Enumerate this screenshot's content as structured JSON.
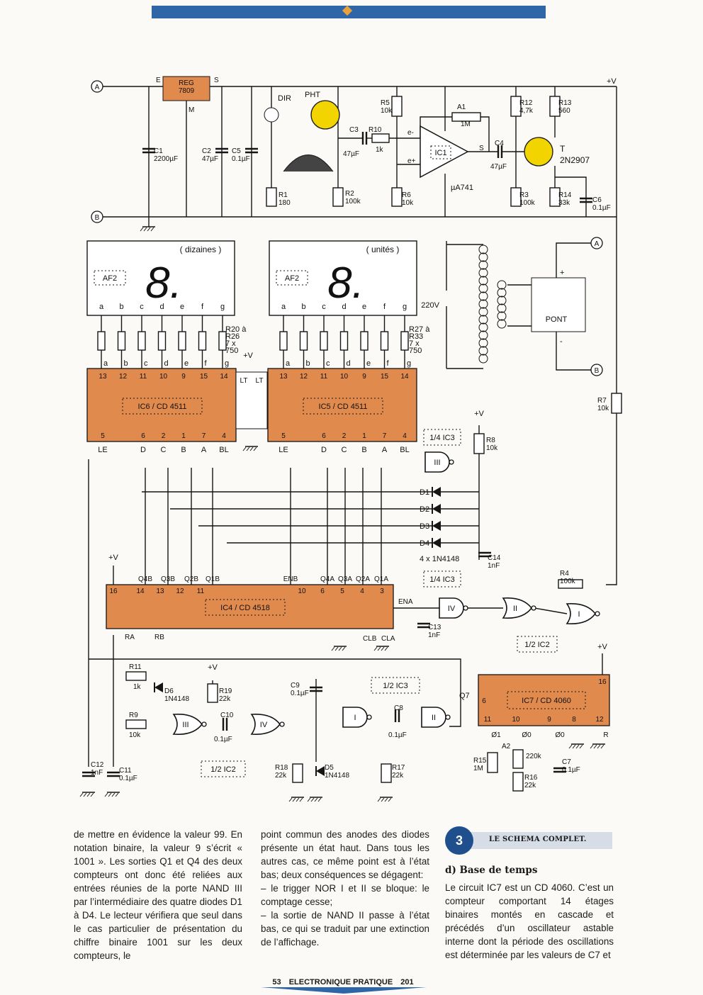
{
  "colors": {
    "bar": "#2f66a8",
    "component_fill": "#e08a4e",
    "ic_fill": "#e08a4e",
    "accent": "#f1d400"
  },
  "schematic": {
    "nodes": {
      "a": "A",
      "b": "B",
      "plus_v": "+V"
    },
    "reg": {
      "name": "REG\n7809",
      "e": "E",
      "s": "S",
      "m": "M"
    },
    "caps": {
      "c1": [
        "C1",
        "2200µF"
      ],
      "c2": [
        "C2",
        "47µF"
      ],
      "c5": [
        "C5",
        "0.1µF"
      ],
      "c3": [
        "C3",
        "47µF"
      ],
      "c4": [
        "C4",
        "47µF"
      ],
      "c6": [
        "C6",
        "0.1µF"
      ],
      "c14": [
        "C14",
        "1nF"
      ],
      "c13": [
        "C13",
        "1nF"
      ],
      "c12": [
        "C12",
        "1nF"
      ],
      "c11": [
        "C11",
        "0.1µF"
      ],
      "c9": [
        "C9",
        "0.1µF"
      ],
      "c10": [
        "C10",
        "0.1µF"
      ],
      "c8": [
        "C8",
        "0.1µF"
      ],
      "c7": [
        "C7",
        "0.1µF"
      ]
    },
    "resistors": {
      "r1": [
        "R1",
        "180"
      ],
      "r2": [
        "R2",
        "100k"
      ],
      "r5": [
        "R5",
        "10k"
      ],
      "r6": [
        "R6",
        "10k"
      ],
      "r10": [
        "R10",
        "1k"
      ],
      "a1": [
        "A1",
        "1M"
      ],
      "r12": [
        "R12",
        "4,7k"
      ],
      "r13": [
        "R13",
        "560"
      ],
      "r3": [
        "R3",
        "100k"
      ],
      "r14": [
        "R14",
        "33k"
      ],
      "r7": [
        "R7",
        "10k"
      ],
      "r8": [
        "R8",
        "10k"
      ],
      "r4": [
        "R4",
        "100k"
      ],
      "r11": [
        "R11",
        "1k"
      ],
      "r9": [
        "R9",
        "10k"
      ],
      "r19": [
        "R19",
        "22k"
      ],
      "r18": [
        "R18",
        "22k"
      ],
      "r17": [
        "R17",
        "22k"
      ],
      "r15": [
        "R15",
        "1M"
      ],
      "a2": [
        "A2",
        "220k"
      ],
      "r16": [
        "R16",
        "22k"
      ]
    },
    "res_groups": {
      "g1": [
        "R20 à",
        "R26",
        "7 x",
        "750"
      ],
      "g2": [
        "R27 à",
        "R33",
        "7 x",
        "750"
      ]
    },
    "dir": "DIR",
    "pht": "PHT",
    "opamp": {
      "ic": "IC1",
      "model": "µA741",
      "pin_minus": "e-",
      "pin_plus": "e+",
      "out": "S"
    },
    "transistor": {
      "name": "T",
      "model": "2N2907"
    },
    "displays": [
      {
        "title": "( dizaines )",
        "ref": "AF2"
      },
      {
        "title": "( unités )",
        "ref": "AF2"
      }
    ],
    "segments": [
      "a",
      "b",
      "c",
      "d",
      "e",
      "f",
      "g"
    ],
    "mains": "220V",
    "pont": "PONT",
    "ic6": "IC6 / CD 4511",
    "ic5": "IC5 / CD 4511",
    "ic4": "IC4 / CD 4518",
    "ic7": "IC7 / CD 4060",
    "dec_pins_top": [
      "13",
      "12",
      "11",
      "10",
      "9",
      "15",
      "14"
    ],
    "dec_pins_bottom": [
      "5",
      "6",
      "2",
      "1",
      "7",
      "4"
    ],
    "dec_labels": [
      "LE",
      "D",
      "C",
      "B",
      "A",
      "BL"
    ],
    "lt": "LT",
    "gates": {
      "g14_ic3_a": "1/4 IC3",
      "g14_ic3_b": "1/4 IC3",
      "g12_ic2_a": "1/2 IC2",
      "g12_ic2_b": "1/2 IC2",
      "g12_ic3": "1/2 IC3",
      "roman": [
        "I",
        "II",
        "III",
        "IV"
      ]
    },
    "diodes": [
      "D1",
      "D2",
      "D3",
      "D4"
    ],
    "diodes_note": "4 x 1N4148",
    "d5": [
      "D5",
      "1N4148"
    ],
    "d6": [
      "D6",
      "1N4148"
    ],
    "ic4_top": [
      "Q4B",
      "Q3B",
      "Q2B",
      "Q1B",
      "ENB",
      "Q4A",
      "Q3A",
      "Q2A",
      "Q1A"
    ],
    "ic4_pins": [
      "16",
      "14",
      "13",
      "12",
      "11",
      "10",
      "6",
      "5",
      "4",
      "3"
    ],
    "ic4_bottom": [
      "RA",
      "RB",
      "CLB",
      "CLA",
      "ENA"
    ],
    "ic7_pins": [
      "16",
      "11",
      "10",
      "9",
      "8",
      "12",
      "6"
    ],
    "ic7_labels": [
      "Ø1",
      "Ø0",
      "Ø0",
      "R",
      "Q7"
    ]
  },
  "text": {
    "col1": "de mettre en évidence la valeur 99. En notation binaire, la valeur 9 s’écrit « 1001 ». Les sorties Q1 et Q4 des deux compteurs ont donc été reliées aux entrées réunies de la porte NAND III par l’intermédiaire des quatre diodes D1 à D4. Le lecteur vérifiera que seul dans le cas particulier de présentation du chiffre binaire 1001 sur les deux compteurs, le",
    "col2": "point commun des anodes des diodes présente un état haut. Dans tous les autres cas, ce même point est à l’état bas; deux conséquences se dégagent:\n– le trigger NOR I et II se bloque: le comptage cesse;\n– la sortie de NAND II passe à l’état bas, ce qui se traduit par une extinction de l’affichage.",
    "figure_number": "3",
    "figure_caption": "LE SCHEMA COMPLET.",
    "section_heading": "d) Base de temps",
    "col3": "Le circuit IC7 est un CD 4060. C’est un compteur comportant 14 étages binaires montés en cascade et précédés d’un oscillateur astable interne dont la période des oscillations est déterminée par les valeurs de C7 et"
  },
  "footer": {
    "page": "53",
    "magazine": "ELECTRONIQUE PRATIQUE",
    "issue": "201"
  }
}
